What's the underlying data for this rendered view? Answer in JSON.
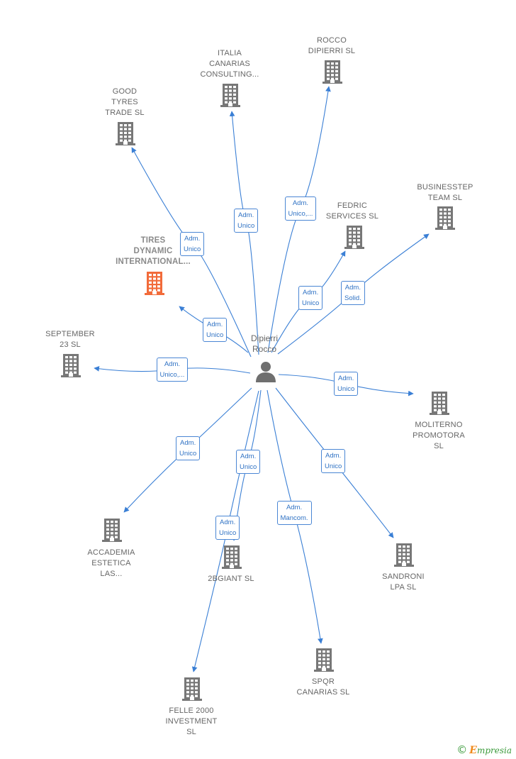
{
  "center": {
    "name": "Dipierri\nRocco",
    "icon": "person-icon"
  },
  "colors": {
    "edge": "#3a7fd5",
    "building": "#777777",
    "focus_building": "#f26b3a",
    "label": "#666666"
  },
  "nodes": [
    {
      "id": "good-tyres",
      "label": "GOOD\nTYRES\nTRADE  SL",
      "focus": false
    },
    {
      "id": "italia-canarias",
      "label": "ITALIA\nCANARIAS\nCONSULTING...",
      "focus": false
    },
    {
      "id": "rocco-dipierri",
      "label": "ROCCO\nDIPIERRI  SL",
      "focus": false
    },
    {
      "id": "businessstep",
      "label": "BUSINESSTEP\nTEAM  SL",
      "focus": false
    },
    {
      "id": "fedric",
      "label": "FEDRIC\nSERVICES  SL",
      "focus": false
    },
    {
      "id": "tires-dynamic",
      "label": "TIRES\nDYNAMIC\nINTERNATIONAL...",
      "focus": true
    },
    {
      "id": "september-23",
      "label": "SEPTEMBER\n23  SL",
      "focus": false
    },
    {
      "id": "moliterno",
      "label": "MOLITERNO\nPROMOTORA\nSL",
      "focus": false
    },
    {
      "id": "accademia",
      "label": "ACCADEMIA\nESTETICA\nLAS...",
      "focus": false
    },
    {
      "id": "2bgiant",
      "label": "2BGIANT  SL",
      "focus": false
    },
    {
      "id": "sandroni",
      "label": "SANDRONI\nLPA  SL",
      "focus": false
    },
    {
      "id": "spqr",
      "label": "SPQR\nCANARIAS  SL",
      "focus": false
    },
    {
      "id": "felle-2000",
      "label": "FELLE 2000\nINVESTMENT\nSL",
      "focus": false
    }
  ],
  "edges": [
    {
      "to": "good-tyres",
      "label": "Adm.\nUnico"
    },
    {
      "to": "italia-canarias",
      "label": "Adm.\nUnico"
    },
    {
      "to": "rocco-dipierri",
      "label": "Adm.\nUnico,..."
    },
    {
      "to": "fedric",
      "label": "Adm.\nUnico"
    },
    {
      "to": "businessstep",
      "label": "Adm.\nSolid."
    },
    {
      "to": "tires-dynamic",
      "label": "Adm.\nUnico"
    },
    {
      "to": "september-23",
      "label": "Adm.\nUnico,..."
    },
    {
      "to": "moliterno",
      "label": "Adm.\nUnico"
    },
    {
      "to": "accademia",
      "label": "Adm.\nUnico"
    },
    {
      "to": "2bgiant",
      "label": "Adm.\nUnico"
    },
    {
      "to": "felle-2000",
      "label": "Adm.\nUnico"
    },
    {
      "to": "spqr",
      "label": "Adm.\nMancom."
    },
    {
      "to": "sandroni",
      "label": "Adm.\nUnico"
    }
  ],
  "footer": {
    "symbol": "©",
    "brand_initial": "E",
    "brand_rest": "mpresia"
  }
}
